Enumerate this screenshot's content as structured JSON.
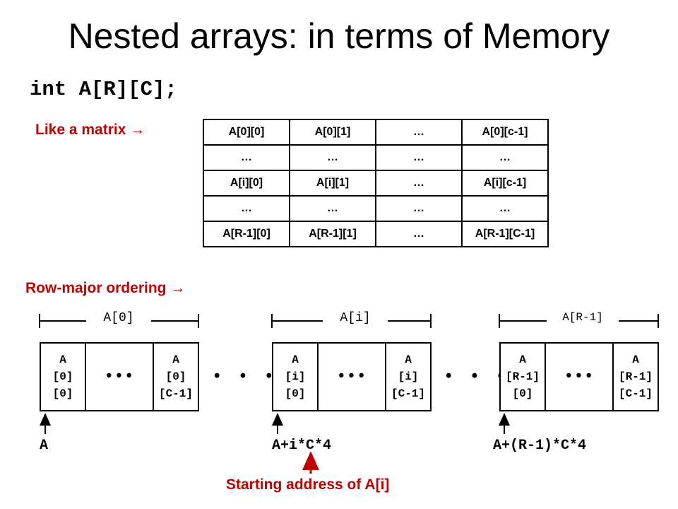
{
  "title": "Nested arrays: in terms of Memory",
  "declaration": "int A[R][C];",
  "matrix_label": "Like a matrix →",
  "matrix": [
    [
      "A[0][0]",
      "A[0][1]",
      "…",
      "A[0][c-1]"
    ],
    [
      "…",
      "…",
      "…",
      "…"
    ],
    [
      "A[i][0]",
      "A[i][1]",
      "…",
      "A[i][c-1]"
    ],
    [
      "…",
      "…",
      "…",
      "…"
    ],
    [
      "A[R-1][0]",
      "A[R-1][1]",
      "…",
      "A[R-1][C-1]"
    ]
  ],
  "row_major_label": "Row-major ordering →",
  "blocks": [
    {
      "span_label": "A[0]",
      "first": [
        "A",
        "[0]",
        "[0]"
      ],
      "middle": "•••",
      "last": [
        "A",
        "[0]",
        "[C-1]"
      ],
      "address": "A"
    },
    {
      "span_label": "A[i]",
      "first": [
        "A",
        "[i]",
        "[0]"
      ],
      "middle": "•••",
      "last": [
        "A",
        "[i]",
        "[C-1]"
      ],
      "address": "A+i*C*4"
    },
    {
      "span_label": "A[R-1]",
      "first": [
        "A",
        "[R-1]",
        "[0]"
      ],
      "middle": "•••",
      "last": [
        "A",
        "[R-1]",
        "[C-1]"
      ],
      "address": "A+(R-1)*C*4"
    }
  ],
  "between_dots": "• • •",
  "starting_address_label": "Starting address of A[i]",
  "colors": {
    "accent": "#c00000",
    "line": "#000000"
  }
}
